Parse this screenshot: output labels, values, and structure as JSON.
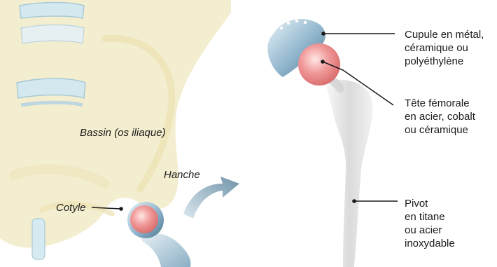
{
  "labels": {
    "bassin": "Bassin (os iliaque)",
    "hanche": "Hanche",
    "cotyle": "Cotyle",
    "cupule": "Cupule en métal,\ncéramique ou\npolyéthylène",
    "tete": "Tête fémorale\nen acier, cobalt\nou céramique",
    "pivot": "Pivot\nen titane\nou acier\ninoxydable"
  },
  "colors": {
    "bone": "#f3ecc9",
    "spine": "#cfe6ee",
    "head": "#f19a9a",
    "cup": "#8fb4cc",
    "stem": "#dcdcdc",
    "arrow": "#6f93a8",
    "line": "#1a1a1a"
  }
}
